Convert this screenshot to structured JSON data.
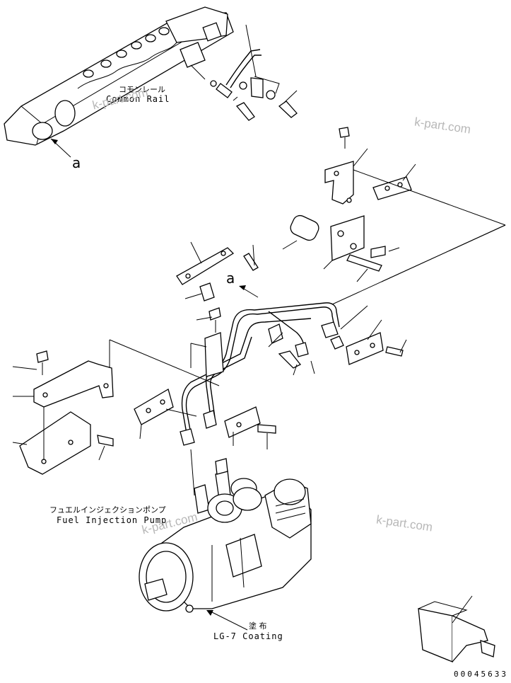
{
  "labels": {
    "common_rail_jp": "コモンレール",
    "common_rail_en": "Common Rail",
    "fuel_pump_jp": "フュエルインジェクションポンプ",
    "fuel_pump_en": "Fuel Injection Pump",
    "coating_jp": "塗 布",
    "coating_en": "LG-7 Coating",
    "ref_a_1": "a",
    "ref_a_2": "a"
  },
  "watermarks": [
    "k-part.com",
    "k-part.com",
    "k-part.com",
    "k-part.com"
  ],
  "drawing_code": "00045633"
}
